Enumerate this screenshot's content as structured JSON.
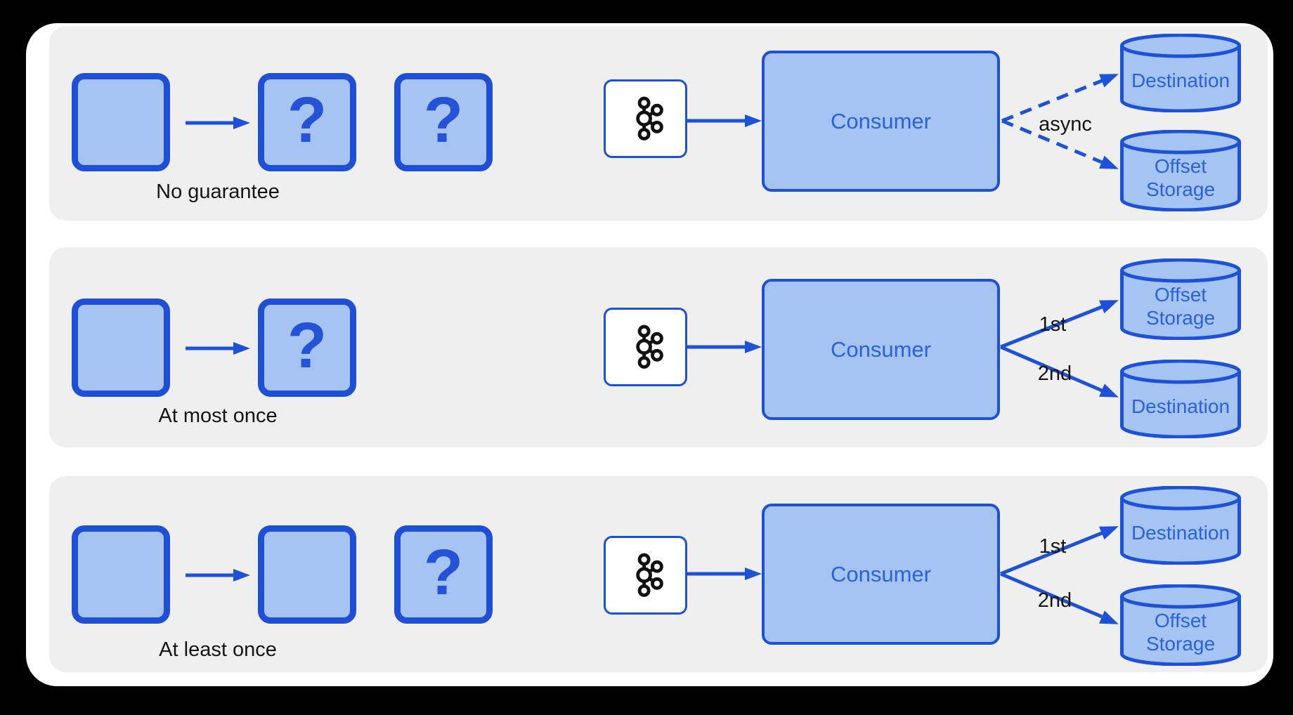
{
  "title": "Kafka consumer delivery semantics diagram",
  "colors": {
    "frame": "#000000",
    "card": "#ffffff",
    "band": "#efefef",
    "shape_fill": "#a6c4f2",
    "shape_border": "#1d52d8",
    "shape_text": "#2a62de",
    "label_text": "#161616",
    "kafka_logo": "#111111"
  },
  "rows": [
    {
      "caption": "No guarantee",
      "squares": [
        {
          "mark": ""
        },
        {
          "mark": "?"
        },
        {
          "mark": "?"
        }
      ],
      "source_icon": "kafka-logo",
      "consumer_label": "Consumer",
      "branch": {
        "style": "dashed",
        "center_label": "async",
        "upper_target": "Destination",
        "lower_target": "Offset Storage"
      }
    },
    {
      "caption": "At most once",
      "squares": [
        {
          "mark": ""
        },
        {
          "mark": "?"
        }
      ],
      "source_icon": "kafka-logo",
      "consumer_label": "Consumer",
      "branch": {
        "style": "solid",
        "upper_label": "1st",
        "lower_label": "2nd",
        "upper_target": "Offset Storage",
        "lower_target": "Destination"
      }
    },
    {
      "caption": "At least once",
      "squares": [
        {
          "mark": ""
        },
        {
          "mark": ""
        },
        {
          "mark": "?"
        }
      ],
      "source_icon": "kafka-logo",
      "consumer_label": "Consumer",
      "branch": {
        "style": "solid",
        "upper_label": "1st",
        "lower_label": "2nd",
        "upper_target": "Destination",
        "lower_target": "Offset Storage"
      }
    }
  ]
}
